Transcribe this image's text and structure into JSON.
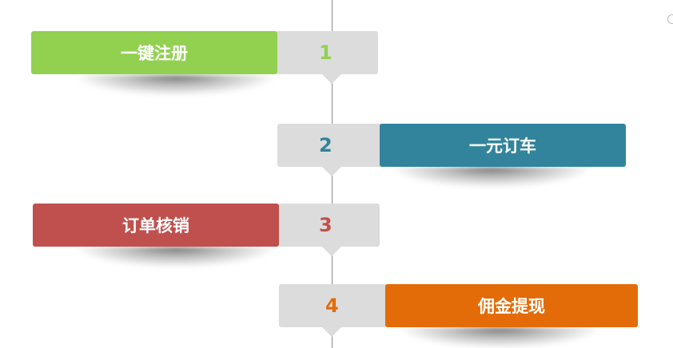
{
  "steps": [
    {
      "number": "1",
      "label": "一键注册",
      "color": "#92d050",
      "number_color": "#92d050"
    },
    {
      "number": "2",
      "label": "一元订车",
      "color": "#31849b",
      "number_color": "#31849b"
    },
    {
      "number": "3",
      "label": "订单核销",
      "color": "#c0504d",
      "number_color": "#c0504d"
    },
    {
      "number": "4",
      "label": "佣金提现",
      "color": "#e36c09",
      "number_color": "#e36c09"
    }
  ]
}
